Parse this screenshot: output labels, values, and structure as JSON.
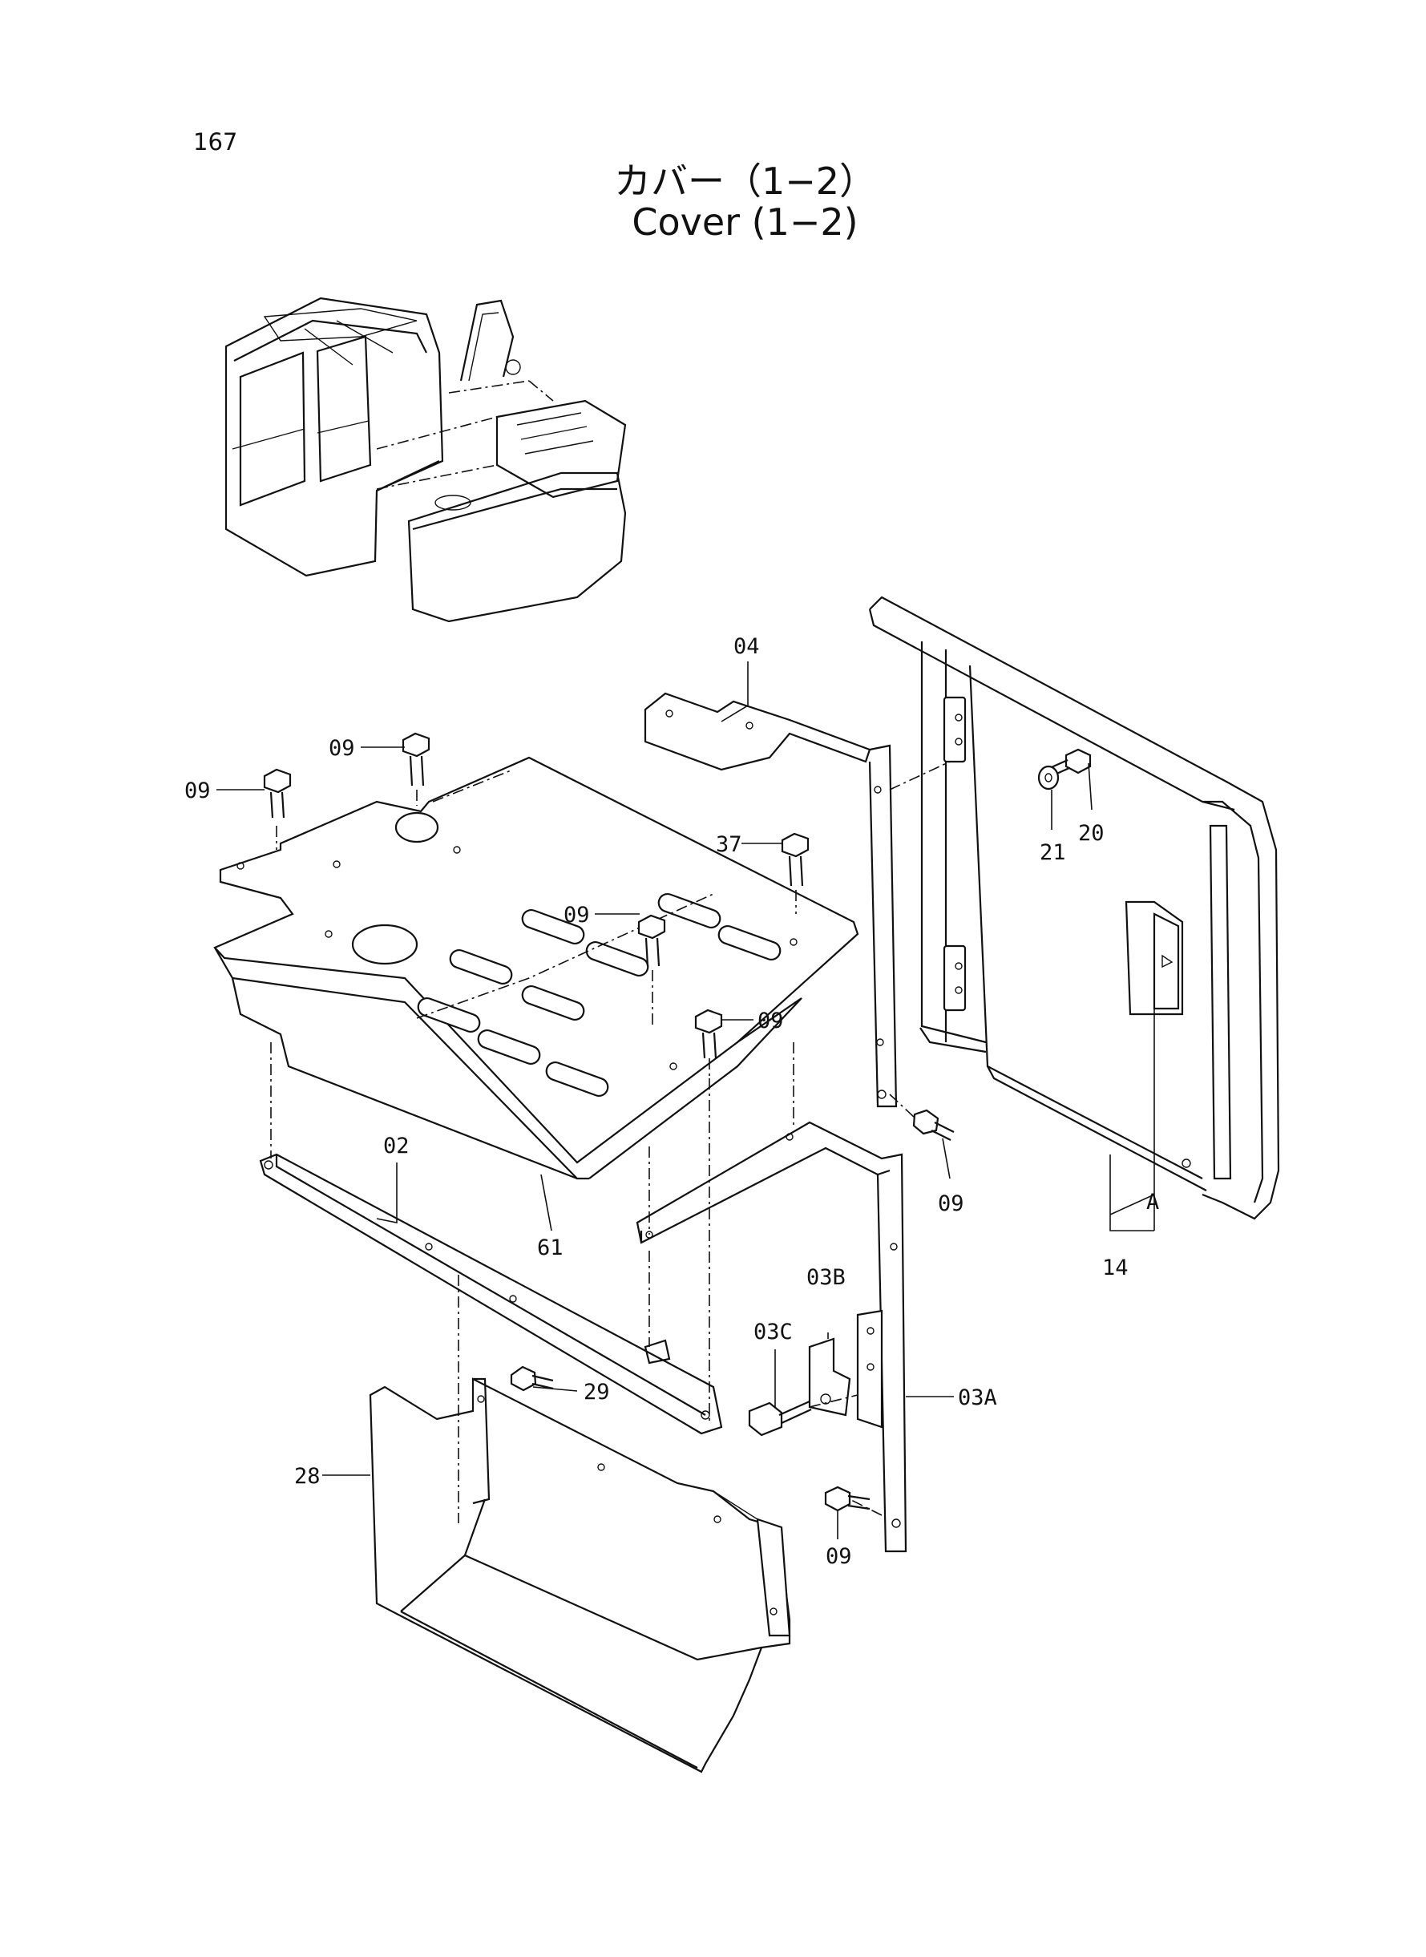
{
  "page": {
    "number": "167",
    "title_jp": "カバー（1−2）",
    "title_en": "Cover (1−2)"
  },
  "callouts": {
    "c04": "04",
    "c09_a": "09",
    "c09_b": "09",
    "c09_c": "09",
    "c09_d": "09",
    "c09_e": "09",
    "c09_f": "09",
    "c37": "37",
    "c21": "21",
    "c20": "20",
    "cA": "A",
    "c14": "14",
    "c02": "02",
    "c61": "61",
    "c03B": "03B",
    "c03C": "03C",
    "c03A": "03A",
    "c29": "29",
    "c28": "28"
  }
}
